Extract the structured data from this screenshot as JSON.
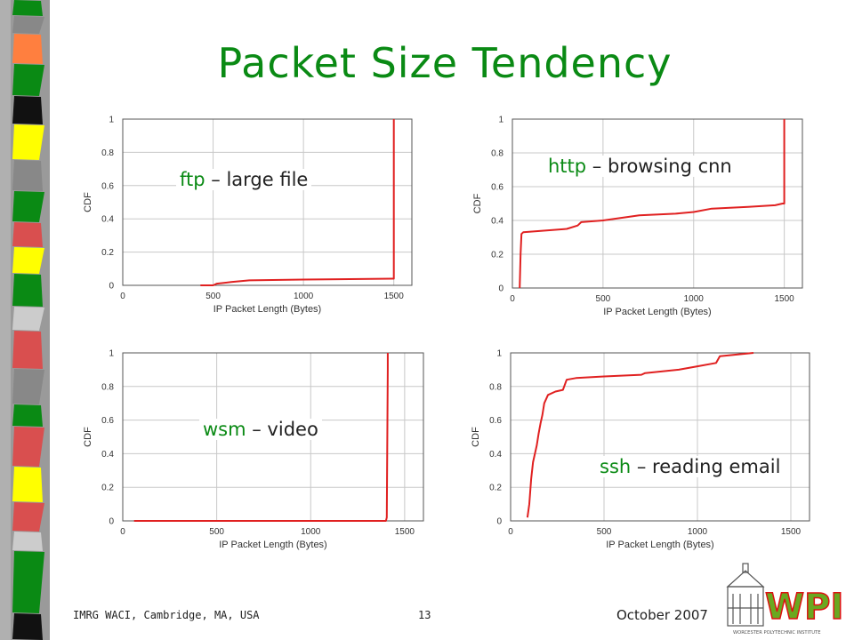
{
  "slide": {
    "title": "Packet Size Tendency",
    "footer_left": "IMRG WACI, Cambridge, MA, USA",
    "page_number": "13",
    "date": "October 2007",
    "logo_text": "WPI",
    "logo_subtext": "WORCESTER POLYTECHNIC INSTITUTE"
  },
  "colors": {
    "title": "#0a8a14",
    "line": "#e02020",
    "strip": [
      "#0a8a14",
      "#ff7f3f",
      "#111111",
      "#ffff00",
      "#d94f4f",
      "#888888",
      "#cccccc"
    ]
  },
  "labels": [
    {
      "proto": "ftp",
      "rest": " – large file"
    },
    {
      "proto": "http",
      "rest": " – browsing cnn"
    },
    {
      "proto": "wsm",
      "rest": " – video"
    },
    {
      "proto": "ssh",
      "rest": " – reading email"
    }
  ],
  "chart_data": [
    {
      "type": "line",
      "xlabel": "IP Packet Length (Bytes)",
      "ylabel": "CDF",
      "xlim": [
        0,
        1600
      ],
      "ylim": [
        0,
        1
      ],
      "xticks": [
        "0",
        "500",
        "1000",
        "1500"
      ],
      "yticks": [
        "0",
        "0.2",
        "0.4",
        "0.6",
        "0.8",
        "1"
      ],
      "grid": true,
      "series": [
        {
          "x": [
            430,
            500,
            520,
            600,
            700,
            1000,
            1490,
            1500,
            1500
          ],
          "y": [
            0,
            0,
            0.01,
            0.02,
            0.03,
            0.035,
            0.04,
            0.04,
            1
          ]
        }
      ]
    },
    {
      "type": "line",
      "xlabel": "IP Packet Length (Bytes)",
      "ylabel": "CDF",
      "xlim": [
        0,
        1600
      ],
      "ylim": [
        0,
        1
      ],
      "xticks": [
        "0",
        "500",
        "1000",
        "1500"
      ],
      "yticks": [
        "0",
        "0.2",
        "0.4",
        "0.6",
        "0.8",
        "1"
      ],
      "grid": true,
      "series": [
        {
          "x": [
            40,
            45,
            50,
            60,
            300,
            360,
            380,
            500,
            700,
            900,
            1000,
            1100,
            1300,
            1450,
            1490,
            1500,
            1500
          ],
          "y": [
            0,
            0.2,
            0.32,
            0.33,
            0.35,
            0.37,
            0.39,
            0.4,
            0.43,
            0.44,
            0.45,
            0.47,
            0.48,
            0.49,
            0.5,
            0.5,
            1
          ]
        }
      ]
    },
    {
      "type": "line",
      "xlabel": "IP Packet Length (Bytes)",
      "ylabel": "CDF",
      "xlim": [
        0,
        1600
      ],
      "ylim": [
        0,
        1
      ],
      "xticks": [
        "0",
        "500",
        "1000",
        "1500"
      ],
      "yticks": [
        "0",
        "0.2",
        "0.4",
        "0.6",
        "0.8",
        "1"
      ],
      "grid": true,
      "series": [
        {
          "x": [
            60,
            1400,
            1405,
            1410,
            1410
          ],
          "y": [
            0,
            0,
            0.02,
            0.9,
            1
          ]
        }
      ]
    },
    {
      "type": "line",
      "xlabel": "IP Packet Length (Bytes)",
      "ylabel": "CDF",
      "xlim": [
        0,
        1600
      ],
      "ylim": [
        0,
        1
      ],
      "xticks": [
        "0",
        "500",
        "1000",
        "1500"
      ],
      "yticks": [
        "0",
        "0.2",
        "0.4",
        "0.6",
        "0.8",
        "1"
      ],
      "grid": true,
      "series": [
        {
          "x": [
            90,
            100,
            110,
            120,
            140,
            150,
            160,
            170,
            180,
            200,
            240,
            280,
            300,
            350,
            500,
            700,
            720,
            900,
            1000,
            1100,
            1120,
            1300
          ],
          "y": [
            0.02,
            0.1,
            0.25,
            0.35,
            0.45,
            0.52,
            0.58,
            0.63,
            0.7,
            0.75,
            0.77,
            0.78,
            0.84,
            0.85,
            0.86,
            0.87,
            0.88,
            0.9,
            0.92,
            0.94,
            0.98,
            1
          ]
        }
      ]
    }
  ]
}
